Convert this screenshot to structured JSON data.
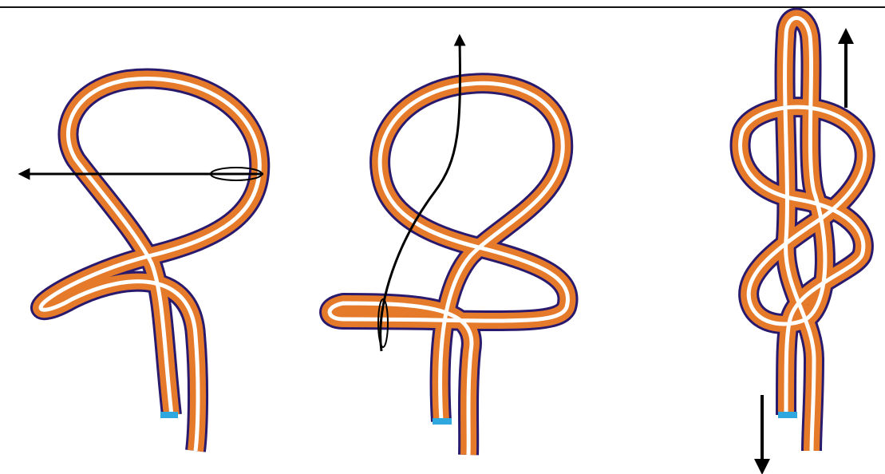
{
  "diagram": {
    "steps": [
      {
        "id": "step-1"
      },
      {
        "id": "step-2"
      },
      {
        "id": "step-3"
      }
    ],
    "colors": {
      "rope_outline": "#2a1a6e",
      "rope_fill": "#e57a2a",
      "rope_core": "#ffffff",
      "rope_end_tip": "#2fa8e0",
      "arrow": "#000000",
      "rule_line": "#000000",
      "background": "#ffffff"
    }
  }
}
